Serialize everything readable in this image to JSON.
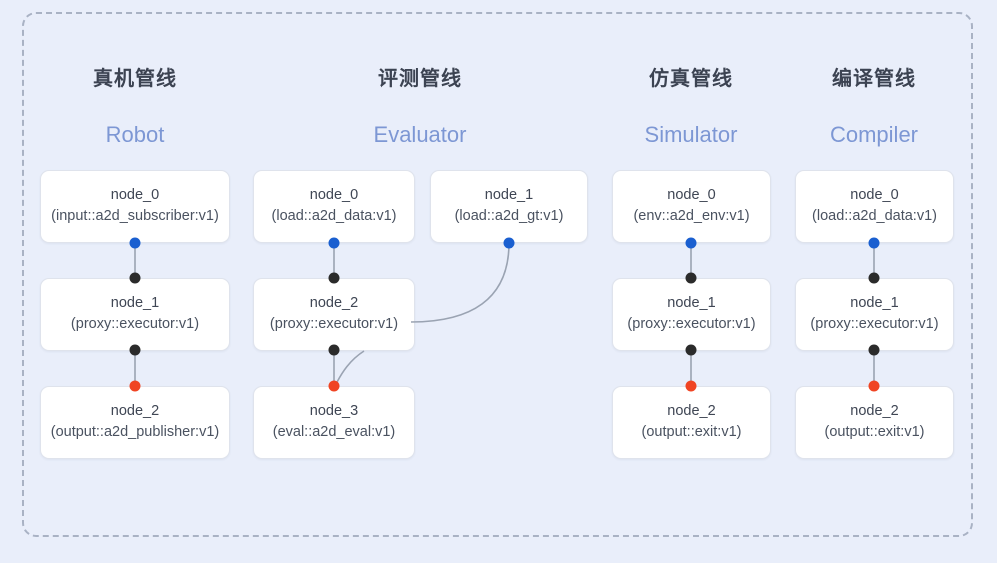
{
  "canvas": {
    "background_color": "#e9eefa",
    "frame_border_color": "#a9b2c4",
    "frame_style": "dashed-rounded"
  },
  "palette": {
    "port_input": "#1a5fd0",
    "port_mid": "#2b2b2b",
    "port_output": "#f04423",
    "node_bg": "#ffffff",
    "node_border": "#dfe3ec",
    "title_cn": "#3c4352",
    "title_en": "#7d97d4",
    "edge": "#9aa3b2"
  },
  "columns": [
    {
      "key": "robot",
      "title_cn": "真机管线",
      "title_en": "Robot",
      "nodes": [
        {
          "name": "node_0",
          "spec": "(input::a2d_subscriber:v1)"
        },
        {
          "name": "node_1",
          "spec": "(proxy::executor:v1)"
        },
        {
          "name": "node_2",
          "spec": "(output::a2d_publisher:v1)"
        }
      ]
    },
    {
      "key": "evaluator",
      "title_cn": "评测管线",
      "title_en": "Evaluator",
      "nodes": [
        {
          "name": "node_0",
          "spec": "(load::a2d_data:v1)"
        },
        {
          "name": "node_1",
          "spec": "(load::a2d_gt:v1)"
        },
        {
          "name": "node_2",
          "spec": "(proxy::executor:v1)"
        },
        {
          "name": "node_3",
          "spec": "(eval::a2d_eval:v1)"
        }
      ]
    },
    {
      "key": "simulator",
      "title_cn": "仿真管线",
      "title_en": "Simulator",
      "nodes": [
        {
          "name": "node_0",
          "spec": "(env::a2d_env:v1)"
        },
        {
          "name": "node_1",
          "spec": "(proxy::executor:v1)"
        },
        {
          "name": "node_2",
          "spec": "(output::exit:v1)"
        }
      ]
    },
    {
      "key": "compiler",
      "title_cn": "编译管线",
      "title_en": "Compiler",
      "nodes": [
        {
          "name": "node_0",
          "spec": "(load::a2d_data:v1)"
        },
        {
          "name": "node_1",
          "spec": "(proxy::executor:v1)"
        },
        {
          "name": "node_2",
          "spec": "(output::exit:v1)"
        }
      ]
    }
  ]
}
